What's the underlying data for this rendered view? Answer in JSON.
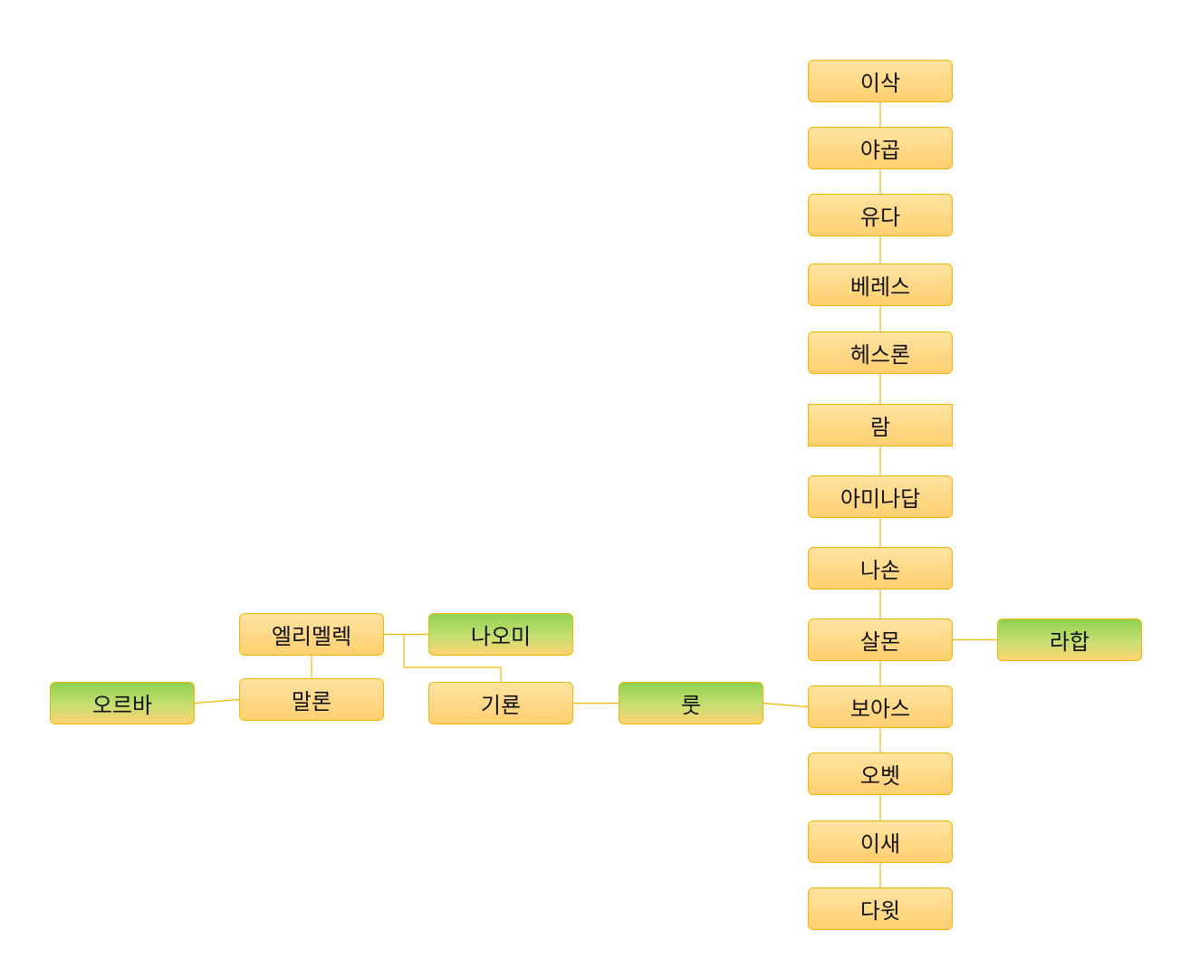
{
  "colors": {
    "node_fill": "#ffd98a",
    "node_border": "#f2b705",
    "highlight_fill": "#8fd14f",
    "connector": "#f2b705"
  },
  "nodes": [
    {
      "id": "isaac",
      "label": "이삭",
      "kind": "main"
    },
    {
      "id": "jacob",
      "label": "야곱",
      "kind": "main"
    },
    {
      "id": "judah",
      "label": "유다",
      "kind": "main"
    },
    {
      "id": "perez",
      "label": "베레스",
      "kind": "main"
    },
    {
      "id": "hezron",
      "label": "헤스론",
      "kind": "main"
    },
    {
      "id": "ram",
      "label": "람",
      "kind": "main"
    },
    {
      "id": "amminadab",
      "label": "아미나답",
      "kind": "main"
    },
    {
      "id": "nahshon",
      "label": "나손",
      "kind": "main"
    },
    {
      "id": "salmon",
      "label": "살몬",
      "kind": "main"
    },
    {
      "id": "boaz",
      "label": "보아스",
      "kind": "main"
    },
    {
      "id": "obed",
      "label": "오벳",
      "kind": "main"
    },
    {
      "id": "jesse",
      "label": "이새",
      "kind": "main"
    },
    {
      "id": "david",
      "label": "다윗",
      "kind": "main"
    },
    {
      "id": "rahab",
      "label": "라합",
      "kind": "woman"
    },
    {
      "id": "ruth",
      "label": "룻",
      "kind": "woman"
    },
    {
      "id": "chilion",
      "label": "기룐",
      "kind": "man"
    },
    {
      "id": "naomi",
      "label": "나오미",
      "kind": "woman"
    },
    {
      "id": "elimelech",
      "label": "엘리멜렉",
      "kind": "man"
    },
    {
      "id": "mahlon",
      "label": "말론",
      "kind": "man"
    },
    {
      "id": "orpah",
      "label": "오르바",
      "kind": "woman"
    }
  ],
  "links": [
    [
      "isaac",
      "jacob"
    ],
    [
      "jacob",
      "judah"
    ],
    [
      "judah",
      "perez"
    ],
    [
      "perez",
      "hezron"
    ],
    [
      "hezron",
      "ram"
    ],
    [
      "ram",
      "amminadab"
    ],
    [
      "amminadab",
      "nahshon"
    ],
    [
      "nahshon",
      "salmon"
    ],
    [
      "salmon",
      "boaz"
    ],
    [
      "boaz",
      "obed"
    ],
    [
      "obed",
      "jesse"
    ],
    [
      "jesse",
      "david"
    ],
    [
      "salmon",
      "rahab"
    ],
    [
      "boaz",
      "ruth"
    ],
    [
      "ruth",
      "chilion"
    ],
    [
      "elimelech",
      "naomi"
    ],
    [
      "elimelech",
      "mahlon"
    ],
    [
      "elimelech",
      "chilion"
    ],
    [
      "mahlon",
      "orpah"
    ]
  ]
}
